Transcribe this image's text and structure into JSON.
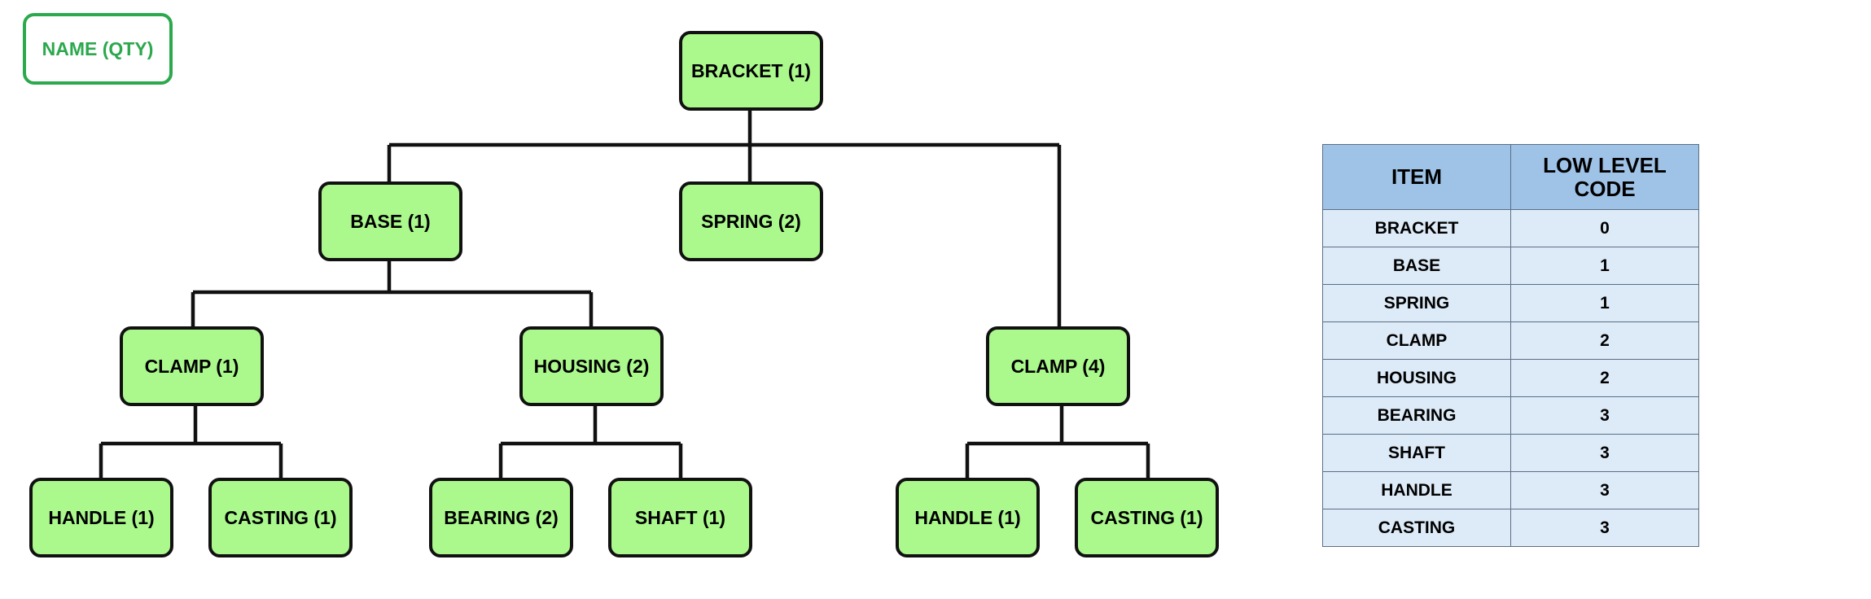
{
  "legend": {
    "label": "NAME (QTY)",
    "color": "#2ca84d"
  },
  "tree": {
    "node_fill": "#abf98d",
    "root": {
      "label": "BRACKET (1)"
    },
    "base": {
      "label": "BASE (1)"
    },
    "spring": {
      "label": "SPRING (2)"
    },
    "clamp1": {
      "label": "CLAMP (1)"
    },
    "housing": {
      "label": "HOUSING (2)"
    },
    "clamp4": {
      "label": "CLAMP (4)"
    },
    "handle_a": {
      "label": "HANDLE (1)"
    },
    "casting_a": {
      "label": "CASTING (1)"
    },
    "bearing": {
      "label": "BEARING (2)"
    },
    "shaft": {
      "label": "SHAFT (1)"
    },
    "handle_b": {
      "label": "HANDLE (1)"
    },
    "casting_b": {
      "label": "CASTING (1)"
    }
  },
  "table": {
    "header_fill": "#9fc2e7",
    "cell_fill": "#ddeaf7",
    "headers": [
      "ITEM",
      "LOW LEVEL CODE"
    ],
    "rows": [
      [
        "BRACKET",
        "0"
      ],
      [
        "BASE",
        "1"
      ],
      [
        "SPRING",
        "1"
      ],
      [
        "CLAMP",
        "2"
      ],
      [
        "HOUSING",
        "2"
      ],
      [
        "BEARING",
        "3"
      ],
      [
        "SHAFT",
        "3"
      ],
      [
        "HANDLE",
        "3"
      ],
      [
        "CASTING",
        "3"
      ]
    ]
  }
}
